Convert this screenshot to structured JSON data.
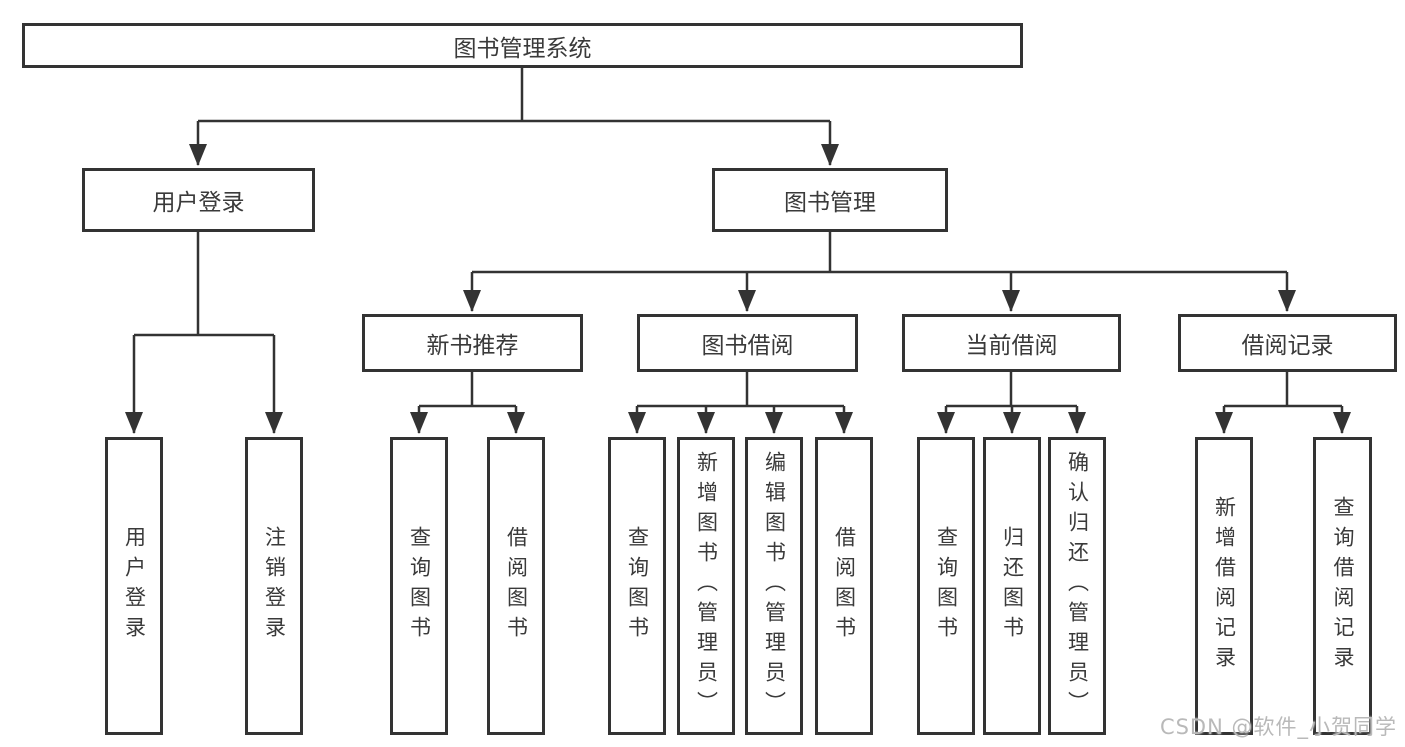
{
  "diagram": {
    "root": {
      "label": "图书管理系统"
    },
    "level2": [
      {
        "label": "用户登录"
      },
      {
        "label": "图书管理"
      }
    ],
    "level3": [
      {
        "label": "新书推荐"
      },
      {
        "label": "图书借阅"
      },
      {
        "label": "当前借阅"
      },
      {
        "label": "借阅记录"
      }
    ],
    "leaves": [
      {
        "label": "用户登录"
      },
      {
        "label": "注销登录"
      },
      {
        "label": "查询图书"
      },
      {
        "label": "借阅图书"
      },
      {
        "label": "查询图书"
      },
      {
        "label": "新增图书（管理员）"
      },
      {
        "label": "编辑图书（管理员）"
      },
      {
        "label": "借阅图书"
      },
      {
        "label": "查询图书"
      },
      {
        "label": "归还图书"
      },
      {
        "label": "确认归还（管理员）"
      },
      {
        "label": "新增借阅记录"
      },
      {
        "label": "查询借阅记录"
      }
    ]
  },
  "watermark": {
    "text": "CSDN @软件_小贺同学"
  },
  "colors": {
    "line": "#333333",
    "box_border": "#333333",
    "text": "#3a3a3a",
    "watermark": "#b9b9b9",
    "background": "#ffffff"
  }
}
